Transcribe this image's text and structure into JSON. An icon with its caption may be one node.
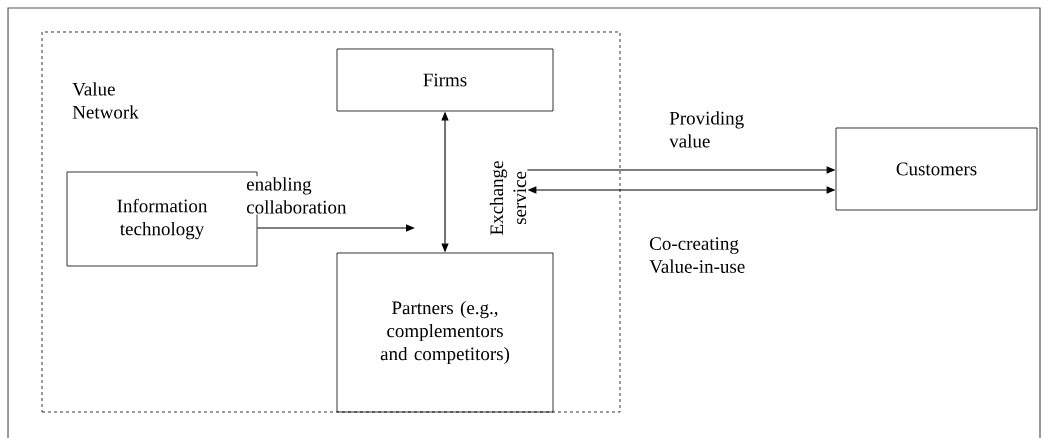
{
  "diagram": {
    "nodes": [
      {
        "text": [
          "Value Network"
        ]
      },
      {
        "text": [
          "Firms"
        ],
        "in": 0
      },
      {
        "text": [
          "Information technology"
        ],
        "in": 0
      },
      {
        "text": [
          "Partners (e.g., complementors and competitors)"
        ],
        "in": 0
      },
      {
        "text": [
          "Customers"
        ]
      },
      {
        "text": [
          "Exchange service"
        ],
        "in": 0
      }
    ],
    "edges": [
      {
        "from": 2,
        "to": null,
        "arrow": "to",
        "label": "enabling collaboration"
      },
      {
        "from": 1,
        "to": 3,
        "arrow": "both"
      },
      {
        "from": 5,
        "to": 4,
        "arrow": "to",
        "label": "Providing value"
      },
      {
        "from": 5,
        "to": 4,
        "arrow": "both",
        "label": "Co-creating Value-in-use"
      }
    ]
  }
}
